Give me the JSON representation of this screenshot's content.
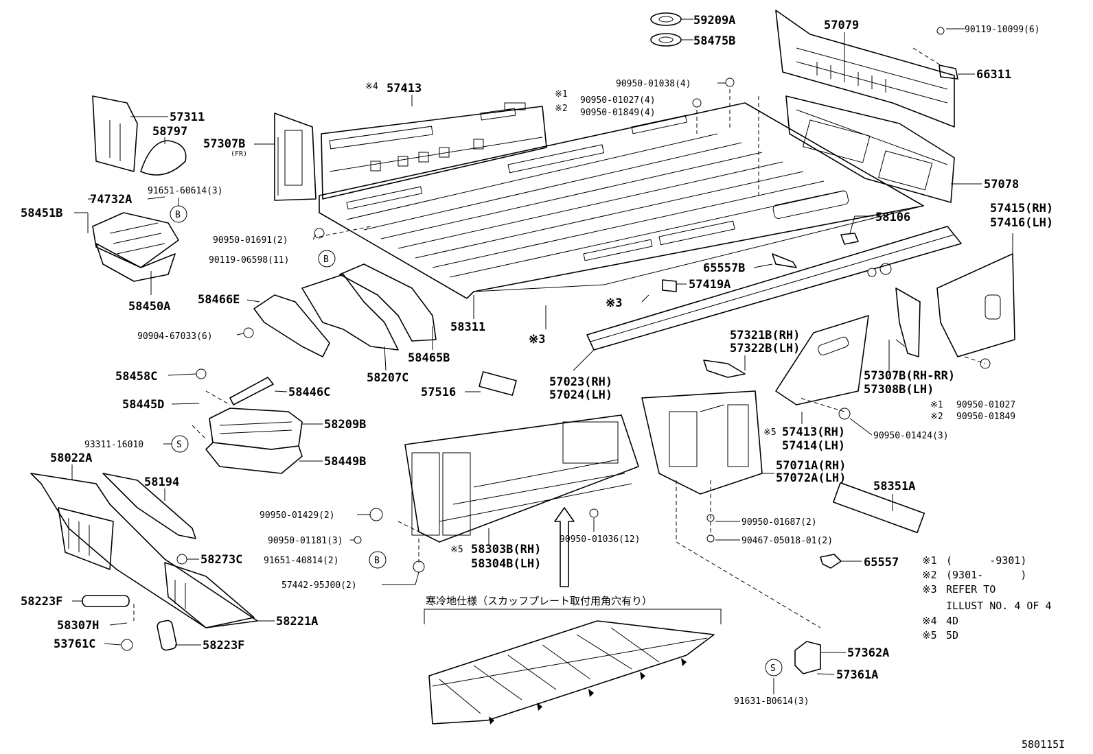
{
  "diagram": {
    "drawing_number": "580115I",
    "note_japanese": "寒冷地仕様（スカッフプレート取付用角穴有り）",
    "markers": {
      "B": "B",
      "S": "S"
    },
    "part_labels": {
      "p59209A": "59209A",
      "p58475B": "58475B",
      "p57079": "57079",
      "p90119_10099": "90119-10099(6)",
      "p66311": "66311",
      "p90950_01038": "90950-01038(4)",
      "m1": "※1",
      "p90950_01027a": "90950-01027(4)",
      "m2": "※2",
      "p90950_01849a": "90950-01849(4)",
      "m4a": "※4",
      "p57413": "57413",
      "p57311": "57311",
      "p58797": "58797",
      "p57307B": "57307B",
      "fr": "(FR)",
      "p91651_60614": "91651-60614(3)",
      "p74732A": "74732A",
      "p58451B": "58451B",
      "p57078": "57078",
      "p57415": "57415(RH)",
      "p57416": "57416(LH)",
      "p58106": "58106",
      "p90950_01691": "90950-01691(2)",
      "p90119_06598": "90119-06598(11)",
      "p65557B": "65557B",
      "p58450A": "58450A",
      "p58466E": "58466E",
      "m3a": "※3",
      "p57419A": "57419A",
      "p58311": "58311",
      "m3b": "※3",
      "p90904_67033": "90904-67033(6)",
      "p58465B": "58465B",
      "p58207C": "58207C",
      "p57321B": "57321B(RH)",
      "p57322B": "57322B(LH)",
      "p57307B_rh": "57307B(RH-RR)",
      "p57308B": "57308B(LH)",
      "p58458C": "58458C",
      "p57023": "57023(RH)",
      "p57024": "57024(LH)",
      "p57516": "57516",
      "p58446C": "58446C",
      "m1b": "※1",
      "p90950_01027b": "90950-01027",
      "m2b": "※2",
      "p90950_01849b": "90950-01849",
      "p58445D": "58445D",
      "p58209B": "58209B",
      "p93311_16010": "93311-16010",
      "m5a": "※5",
      "p57413rh": "57413(RH)",
      "p57414": "57414(LH)",
      "p90950_01424": "90950-01424(3)",
      "p58449B": "58449B",
      "p58022A": "58022A",
      "p57071A": "57071A(RH)",
      "p57072A": "57072A(LH)",
      "p58194": "58194",
      "p58351A": "58351A",
      "p90950_01429": "90950-01429(2)",
      "p90950_01687": "90950-01687(2)",
      "p90950_01181": "90950-01181(3)",
      "p90950_01036": "90950-01036(12)",
      "p90467_05018": "90467-05018-01(2)",
      "p58273C": "58273C",
      "m5b": "※5",
      "p58303B": "58303B(RH)",
      "p58304B": "58304B(LH)",
      "p91651_40814": "91651-40814(2)",
      "p65557": "65557",
      "p57442_95J00": "57442-95J00(2)",
      "p58223F_a": "58223F",
      "p58221A": "58221A",
      "p58307H": "58307H",
      "p53761C": "53761C",
      "p58223F_b": "58223F",
      "p57362A": "57362A",
      "p57361A": "57361A",
      "p91631_B0614": "91631-B0614(3)"
    },
    "footnotes": [
      {
        "mark": "※1",
        "text": "(      -9301)"
      },
      {
        "mark": "※2",
        "text": "(9301-      )"
      },
      {
        "mark": "※3",
        "text": "REFER TO"
      },
      {
        "mark": "",
        "text": "ILLUST NO. 4 OF 4"
      },
      {
        "mark": "※4",
        "text": "4D"
      },
      {
        "mark": "※5",
        "text": "5D"
      }
    ]
  }
}
